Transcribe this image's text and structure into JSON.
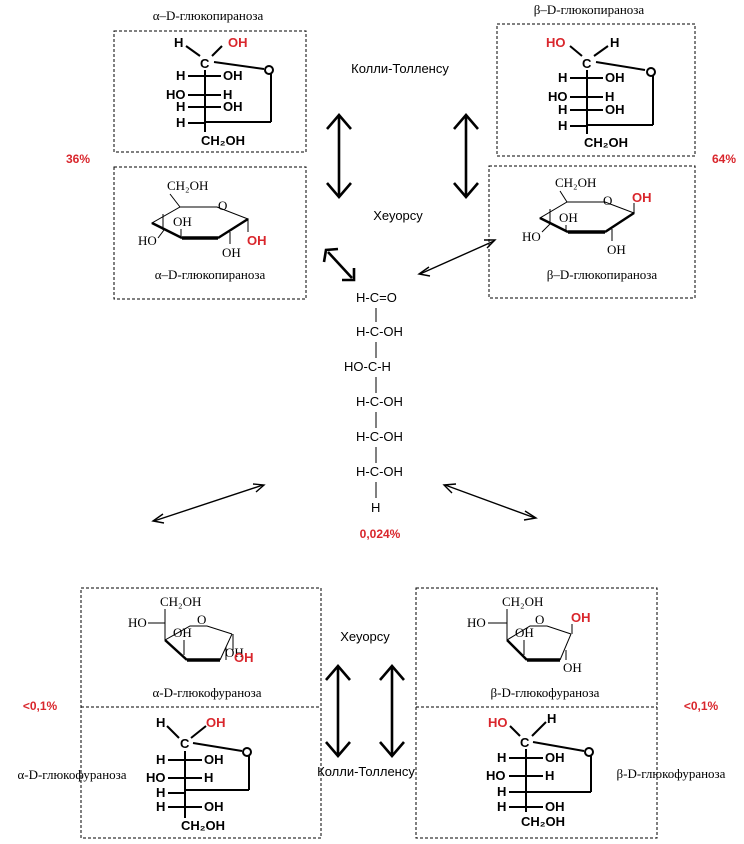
{
  "percent": {
    "alpha_pyranose": "36%",
    "beta_pyranose": "64%",
    "open_chain": "0,024%",
    "alpha_furanose": "<0,1%",
    "beta_furanose": "<0,1%"
  },
  "names": {
    "alpha_pyr_top": "α–D-глюкопираноза",
    "alpha_pyr_bottom": "α–D-глюкопираноза",
    "beta_pyr_top": "β–D-глюкопираноза",
    "beta_pyr_bottom": "β–D-глюкопираноза",
    "alpha_fur": "α-D-глюкофураноза",
    "alpha_fur_side": "α-D-глюкофураноза",
    "beta_fur": "β-D-глюкофураноза",
    "beta_fur_side": "β-D-глюкофураноза"
  },
  "projections": {
    "top": "Колли-Толленсу",
    "bottom": "Колли-Толленсу",
    "haworth_top": "Хеуорсу",
    "haworth_bottom": "Хеуорсу"
  },
  "atoms": {
    "H": "H",
    "OH": "OH",
    "HO": "HO",
    "C": "C",
    "CH2OH": "CH₂OH",
    "O": "O"
  },
  "chain": {
    "c1": "H-C=O",
    "c2": "H-C-OH",
    "c3": "HO-C-H",
    "c4": "H-C-OH",
    "c5": "H-C-OH",
    "c6": "H-C-OH",
    "bottom_h": "H"
  },
  "colors": {
    "highlight": "#d9262c",
    "line": "#000000"
  }
}
